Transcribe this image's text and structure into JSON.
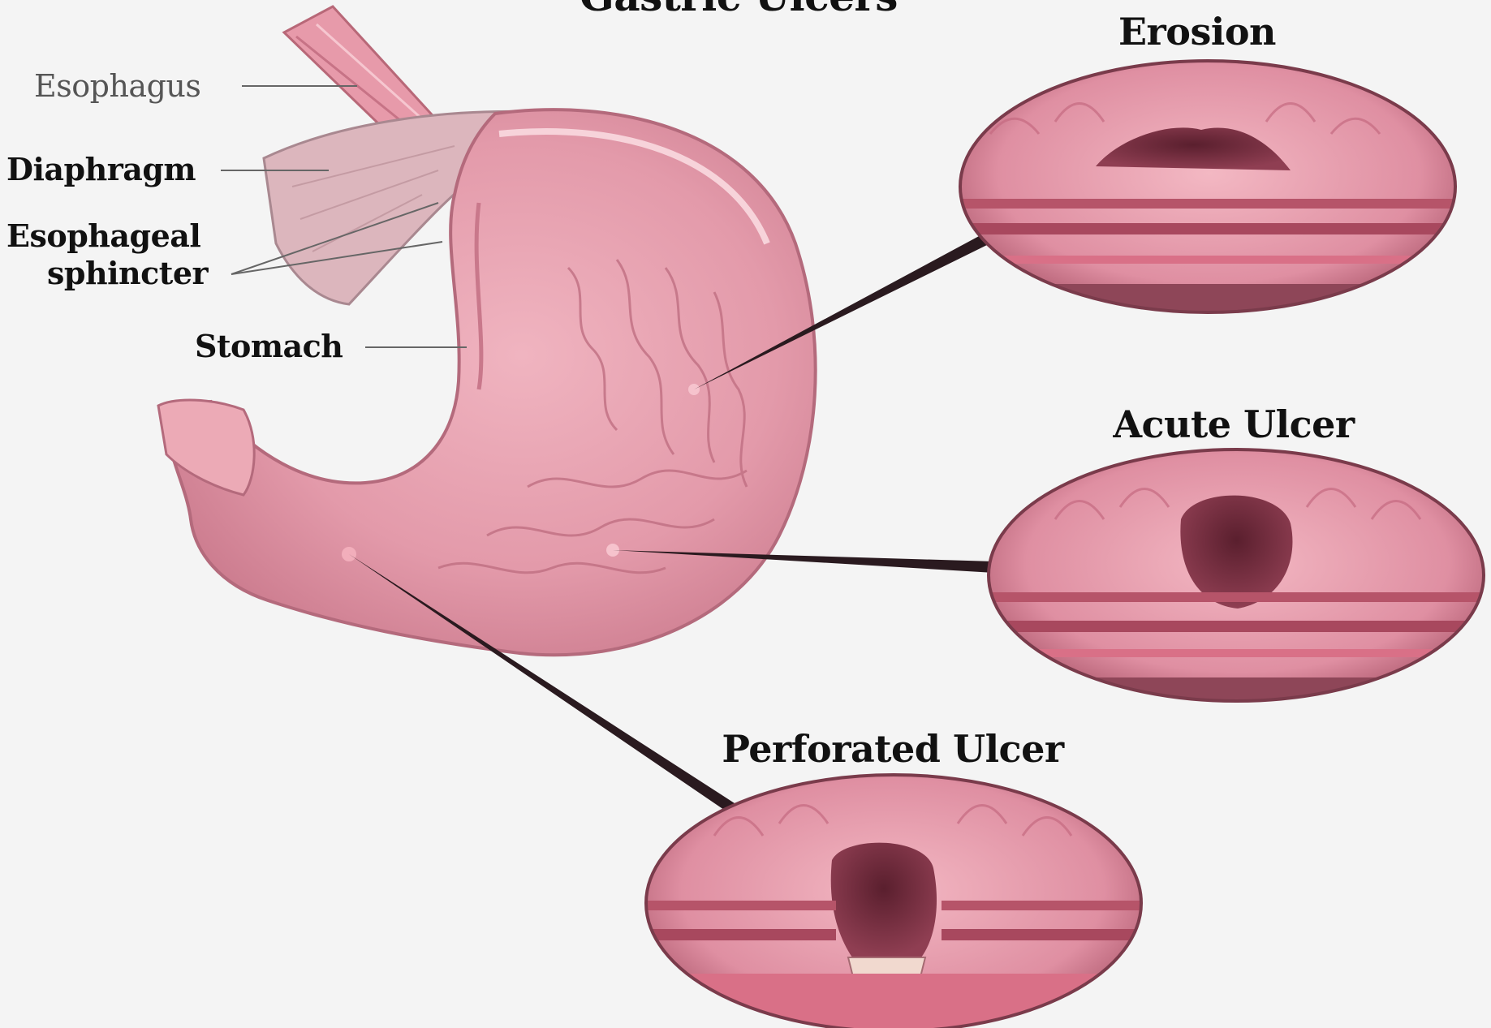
{
  "title": "Gastric Ulcers",
  "labels": {
    "esophagus": "Esophagus",
    "diaphragm": "Diaphragm",
    "sphincter_line1": "Esophageal",
    "sphincter_line2": "sphincter",
    "stomach": "Stomach"
  },
  "insets": {
    "erosion": "Erosion",
    "acute": "Acute Ulcer",
    "perforated": "Perforated Ulcer"
  },
  "colors": {
    "background": "#f4f4f4",
    "tissue": "#e9a3b0",
    "tissue_dark": "#c86d80",
    "ulcer": "#6a2a3a"
  }
}
